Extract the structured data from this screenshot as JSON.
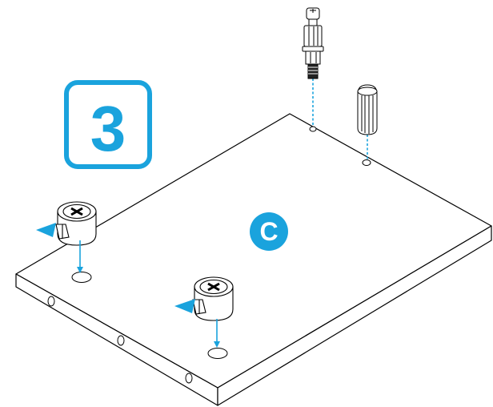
{
  "step": {
    "number": "3"
  },
  "panel": {
    "label": "C"
  },
  "colors": {
    "accent": "#1aa3dd",
    "line": "#000000",
    "paper": "#ffffff",
    "part_shade": "#e6e6e6"
  },
  "parts": [
    {
      "name": "cam-lock-left",
      "icon": "cam-lock-icon"
    },
    {
      "name": "cam-lock-front",
      "icon": "cam-lock-icon"
    },
    {
      "name": "cam-bolt",
      "icon": "screw-bolt-icon"
    },
    {
      "name": "wooden-dowel",
      "icon": "dowel-icon"
    }
  ]
}
